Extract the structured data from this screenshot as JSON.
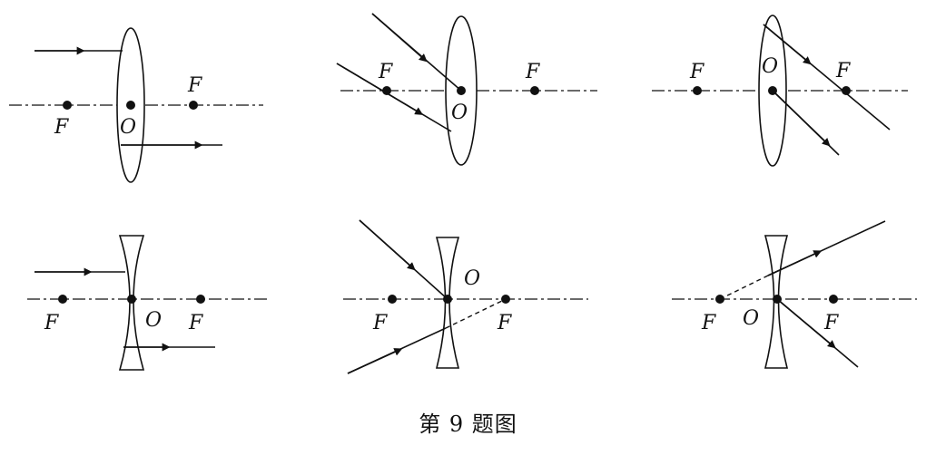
{
  "caption": "第 9 题图",
  "labels": {
    "focus": "F",
    "center": "O"
  }
}
